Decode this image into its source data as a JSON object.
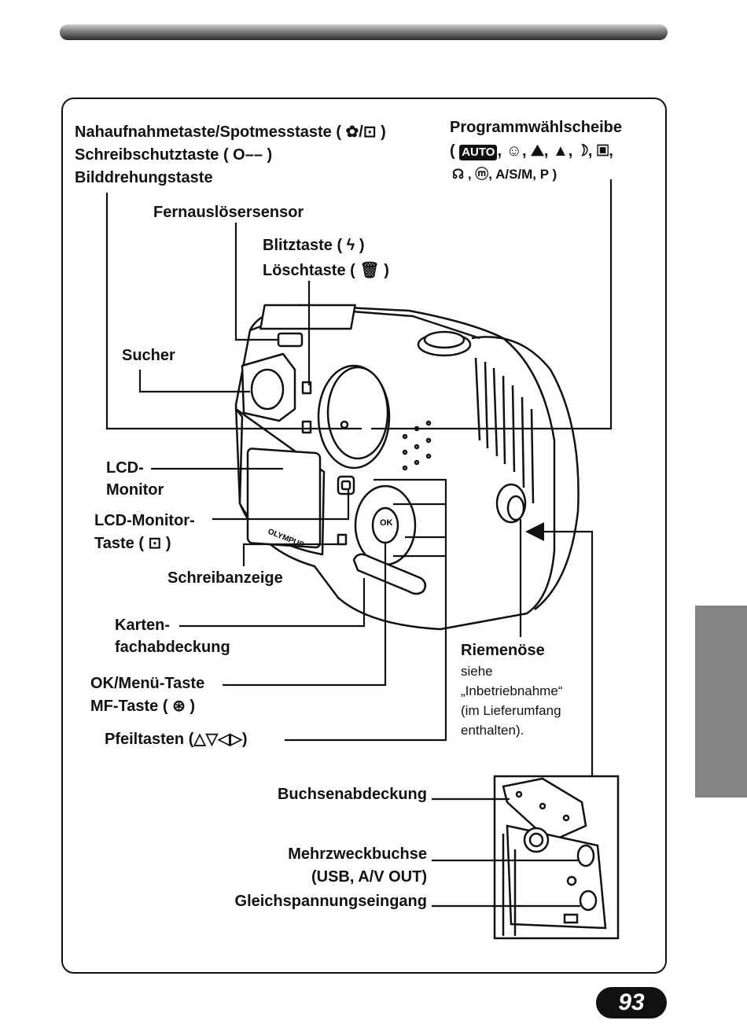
{
  "labels": {
    "macro": "Nahaufnahmetaste/Spotmesstaste ( ✿/⊡ )",
    "protect": "Schreibschutztaste ( O–– )",
    "rotate": "Bilddrehungstaste",
    "remote": "Fernauslösersensor",
    "flash": "Blitztaste ( ϟ )",
    "erase": "Löschtaste ( 🗑 )",
    "viewfinder": "Sucher",
    "lcd_1": "LCD-",
    "lcd_2": "Monitor",
    "lcd_btn_1": "LCD-Monitor-",
    "lcd_btn_2": "Taste ( ⊡ )",
    "write_ind": "Schreibanzeige",
    "card_1": "Karten-",
    "card_2": "fachabdeckung",
    "ok_1": "OK/Menü-Taste",
    "ok_2": "MF-Taste ( ⊛ )",
    "arrows": "Pfeiltasten (△▽◁▷)",
    "mode_dial_1": "Programmwählscheibe",
    "mode_dial_auto": "AUTO",
    "mode_dial_2": ", ☺, ⛰, ▲, ☽, ▣,",
    "mode_dial_3": "☊ , ⓜ, A/S/M, P )",
    "strap": "Riemenöse",
    "strap_note_1": "siehe",
    "strap_note_2": "„Inbetriebnahme“",
    "strap_note_3": "(im Lieferumfang",
    "strap_note_4": "enthalten).",
    "connector_cover": "Buchsenabdeckung",
    "multi_1": "Mehrzweckbuchse",
    "multi_2": "(USB, A/V OUT)",
    "dc_in": "Gleichspannungseingang",
    "camera_brand": "OLYMPUS",
    "ok_button": "OK"
  },
  "page_number": "93"
}
